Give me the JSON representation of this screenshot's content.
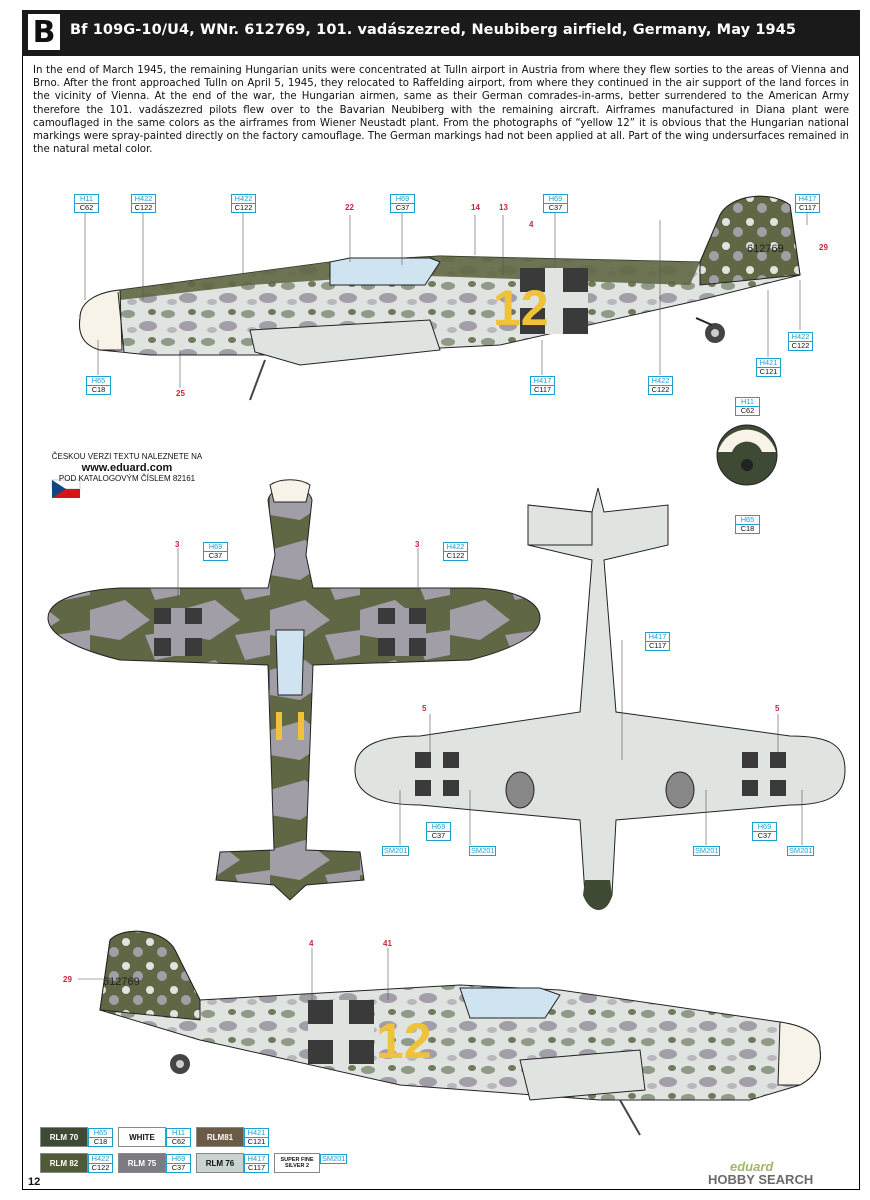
{
  "header": {
    "badge": "B",
    "title": "Bf 109G-10/U4, WNr. 612769, 101. vadászezred, Neubiberg airfield, Germany, May 1945"
  },
  "description": "In the end of March 1945, the remaining Hungarian units were concentrated at Tulln airport in Austria from where they flew sorties to the areas of Vienna and Brno. After the front approached Tulln on April 5, 1945, they relocated to Raffelding airport, from where they continued in the air support of the land forces in the vicinity of Vienna. At the end of the war, the Hungarian airmen, same as their German comrades-in-arms, better surrendered to the American Army therefore the 101. vadászezred pilots flew over to the Bavarian Neubiberg with the remaining aircraft. Airframes manufactured in Diana plant were camouflaged in the same colors as the airframes from Wiener Neustadt plant. From the photographs of “yellow 12” it is obvious that the Hungarian national markings were spray-painted directly on the factory camouflage. The German markings had not been applied at all. Part of the wing undersurfaces remained in the natural metal color.",
  "czech_note": {
    "line1": "ČESKOU VERZI TEXTU NALEZNETE NA",
    "url": "www.eduard.com",
    "line2": "POD KATALOGOVÝM ČÍSLEM 82161"
  },
  "aircraft": {
    "code": "12",
    "werknummer": "612769"
  },
  "callouts": {
    "side_top": [
      {
        "top": "H11",
        "bot": "C62"
      },
      {
        "top": "H422",
        "bot": "C122"
      },
      {
        "top": "H422",
        "bot": "C122"
      },
      {
        "top": "H69",
        "bot": "C37"
      },
      {
        "top": "H69",
        "bot": "C37"
      },
      {
        "top": "H417",
        "bot": "C117"
      },
      {
        "top": "H65",
        "bot": "C18"
      },
      {
        "top": "H417",
        "bot": "C117"
      },
      {
        "top": "H422",
        "bot": "C122"
      },
      {
        "top": "H421",
        "bot": "C121"
      },
      {
        "top": "H422",
        "bot": "C122"
      }
    ],
    "nose": [
      {
        "top": "H11",
        "bot": "C62"
      },
      {
        "top": "H65",
        "bot": "C18"
      }
    ],
    "plan": [
      {
        "top": "H69",
        "bot": "C37"
      },
      {
        "top": "H422",
        "bot": "C122"
      }
    ],
    "under": [
      {
        "top": "H417",
        "bot": "C117"
      },
      {
        "top": "H69",
        "bot": "C37"
      },
      {
        "top": "H69",
        "bot": "C37"
      },
      {
        "top": "SM201",
        "bot": ""
      },
      {
        "top": "SM201",
        "bot": ""
      },
      {
        "top": "SM201",
        "bot": ""
      },
      {
        "top": "SM201",
        "bot": ""
      }
    ]
  },
  "numbers": {
    "n22": "22",
    "n14": "14",
    "n13": "13",
    "n4a": "4",
    "n29a": "29",
    "n25": "25",
    "n3a": "3",
    "n3b": "3",
    "n5a": "5",
    "n5b": "5",
    "n29b": "29",
    "n4b": "4",
    "n41": "41"
  },
  "legend": [
    {
      "name": "RLM 70",
      "top": "H65",
      "bot": "C18",
      "color": "#3f4a34",
      "text": "#ffffff"
    },
    {
      "name": "WHITE",
      "top": "H11",
      "bot": "C62",
      "color": "#ffffff",
      "text": "#111111"
    },
    {
      "name": "RLM81",
      "top": "H421",
      "bot": "C121",
      "color": "#6b5a46",
      "text": "#ffffff"
    },
    {
      "name": "RLM 82",
      "top": "H422",
      "bot": "C122",
      "color": "#4f5a37",
      "text": "#ffffff"
    },
    {
      "name": "RLM 75",
      "top": "H69",
      "bot": "C37",
      "color": "#7c7a82",
      "text": "#ffffff"
    },
    {
      "name": "RLM 76",
      "top": "H417",
      "bot": "C117",
      "color": "#c9d3cf",
      "text": "#111111"
    },
    {
      "name": "SUPER FINE SILVER 2",
      "top": "SM201",
      "bot": "",
      "color": "#ffffff",
      "text": "#111111"
    }
  ],
  "footer": {
    "page": "12",
    "watermark": "HOBBY SEARCH",
    "brand": "eduard"
  },
  "colors": {
    "green": "#5f6744",
    "grey": "#a29ea7",
    "light": "#dfe4e1",
    "yellow": "#f0c23a",
    "cross": "#3a3a3a",
    "canopy": "#cfe3f1"
  }
}
